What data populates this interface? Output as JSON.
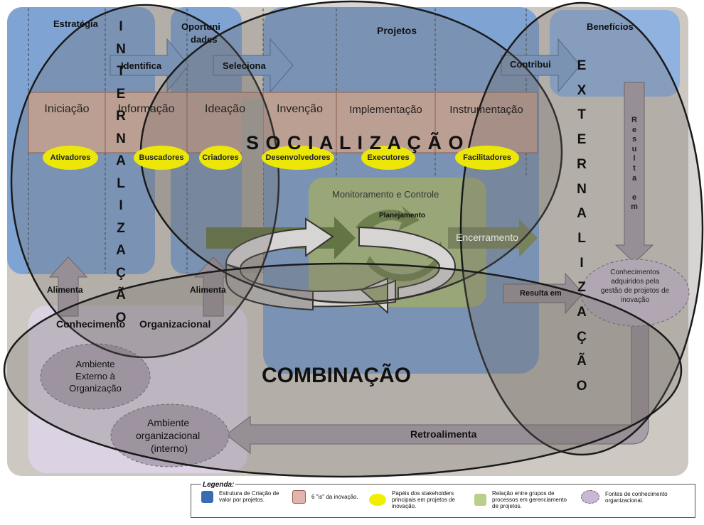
{
  "columns": {
    "estrategia": "Estratégia",
    "oportunidades_1": "Oportuni",
    "oportunidades_2": "dades",
    "projetos": "Projetos",
    "beneficios": "Benefícios"
  },
  "arrows": {
    "identifica": "Identifica",
    "seleciona": "Seleciona",
    "contribui": "Contribui",
    "resulta_em_vertical": [
      "R",
      "e",
      "s",
      "u",
      "l",
      "t",
      "a",
      "",
      "e",
      "m"
    ],
    "resulta_em": "Resulta em",
    "alimenta_left": "Alimenta",
    "alimenta_right": "Alimenta",
    "retroalimenta": "Retroalimenta",
    "encerramento": "Encerramento"
  },
  "stages": [
    "Iniciação",
    "Informação",
    "Ideação",
    "Invenção",
    "Implementação",
    "Instrumentação"
  ],
  "roles": [
    "Ativadores",
    "Buscadores",
    "Criadores",
    "Desenvolvedores",
    "Executores",
    "Facilitadores"
  ],
  "process": {
    "monitoramento": "Monitoramento  e Controle",
    "planejamento": "Planejamento"
  },
  "knowledge": {
    "conhecimento": "Conhecimento",
    "organizacional": "Organizacional",
    "ambiente_externo": "Ambiente Externo à Organização",
    "ambiente_interno_1": "Ambiente",
    "ambiente_interno_2": "organizacional",
    "ambiente_interno_3": "(interno)",
    "conhecimentos_adquiridos": "Conhecimentos adquiridos pela gestão de projetos de inovação"
  },
  "seci": {
    "socializacao": "S O C I A L I Z A Ç Ã O",
    "combinacao": "COMBINAÇÃO",
    "internalizacao": [
      "I",
      "N",
      "T",
      "E",
      "R",
      "N",
      "A",
      "L",
      "I",
      "Z",
      "A",
      "Ç",
      "Ã",
      "O"
    ],
    "externalizacao": [
      "E",
      "X",
      "T",
      "E",
      "R",
      "N",
      "A",
      "L",
      "I",
      "Z",
      "A",
      "Ç",
      "Ã",
      "O"
    ]
  },
  "legend": {
    "title": "Legenda:",
    "items": [
      {
        "text": "Estrutura de Criação de valor por projetos.",
        "color": "#3a6cb4"
      },
      {
        "text": "6 \"is\" da inovação.",
        "color": "#e2b4ae"
      },
      {
        "text": "Papéis dos stakeholders principais em projetos de inovação.",
        "color": "#f2ee00"
      },
      {
        "text": "Relação entre grupos de processos em gerenciamento de projetos.",
        "color": "#b8d08a"
      },
      {
        "text": "Fontes de conhecimento organizacional.",
        "color": "#c8b8d4"
      }
    ]
  },
  "colors": {
    "blue": "#7ea3d4",
    "pink": "#dbb9ab",
    "yellow": "#e8e212",
    "green": "#a5bd7c",
    "lavender": "#d9d0e2",
    "gray": "#c9c5be",
    "ellipse": "#7f7a75"
  }
}
